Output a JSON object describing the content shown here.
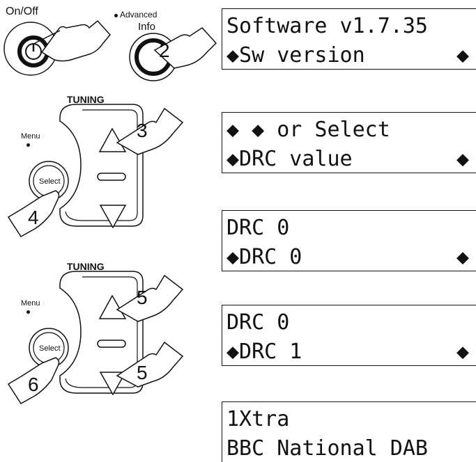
{
  "controls": {
    "onoff_label": "On/Off",
    "advanced_label": "Advanced",
    "info_label": "Info",
    "tuning_label": "TUNING",
    "menu_label": "Menu",
    "select_label": "Select"
  },
  "steps": [
    "2",
    "3",
    "4",
    "5",
    "5",
    "6"
  ],
  "screens": [
    {
      "line1": "Software v1.7.35",
      "line2": "◆Sw version",
      "line2_right": "◆"
    },
    {
      "line1": "◆ ◆ or Select",
      "line2": "◆DRC value",
      "line2_right": "◆"
    },
    {
      "line1": "DRC 0",
      "line2": "◆DRC 0",
      "line2_right": "◆"
    },
    {
      "line1": "DRC 0",
      "line2": "◆DRC 1",
      "line2_right": "◆"
    },
    {
      "line1": "1Xtra",
      "line2": "BBC National DAB",
      "line2_right": ""
    }
  ]
}
